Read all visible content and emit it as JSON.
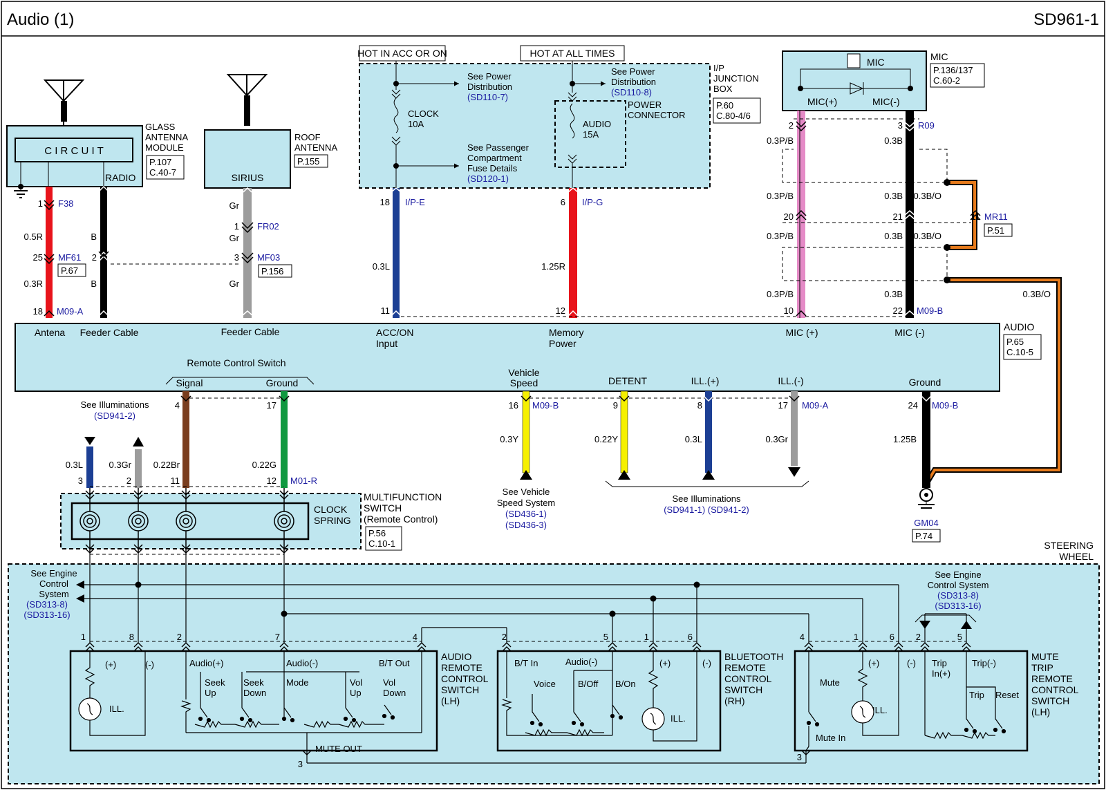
{
  "header": {
    "title": "Audio (1)",
    "code": "SD961-1"
  },
  "sources": {
    "hot_acc": "HOT IN ACC OR ON",
    "hot_all": "HOT AT ALL TIMES",
    "jbox_name": [
      "I/P",
      "JUNCTION",
      "BOX"
    ],
    "jbox_ref": [
      "P.60",
      "C.80-4/6"
    ],
    "see_power_1": [
      "See Power",
      "Distribution"
    ],
    "see_power_1_ref": "(SD110-7)",
    "see_power_2": [
      "See Power",
      "Distribution"
    ],
    "see_power_2_ref": "(SD110-8)",
    "see_pass": [
      "See Passenger",
      "Compartment",
      "Fuse Details"
    ],
    "see_pass_ref": "(SD120-1)",
    "clock_fuse": [
      "CLOCK",
      "10A"
    ],
    "audio_fuse": [
      "AUDIO",
      "15A"
    ],
    "power_conn": [
      "POWER",
      "CONNECTOR"
    ]
  },
  "antennas": {
    "glass_label": [
      "GLASS",
      "ANTENNA",
      "MODULE"
    ],
    "glass_ref": [
      "P.107",
      "C.40-7"
    ],
    "circuit": "C I R C U I T",
    "radio": "RADIO",
    "roof_label": [
      "ROOF",
      "ANTENNA"
    ],
    "roof_ref": "P.155",
    "sirius": "SIRIUS"
  },
  "mic": {
    "label": "MIC",
    "ref": [
      "P.136/137",
      "C.60-2"
    ],
    "inner": "MIC",
    "plus": "MIC(+)",
    "minus": "MIC(-)"
  },
  "connectors": {
    "F38": "F38",
    "MF61": "MF61",
    "MF61_ref": "P.67",
    "FR02": "FR02",
    "MF03": "MF03",
    "MF03_ref": "P.156",
    "IPE": "I/P-E",
    "IPG": "I/P-G",
    "R09": "R09",
    "MR11": "MR11",
    "MR11_ref": "P.51",
    "M09A": "M09-A",
    "M09B": "M09-B",
    "M01R": "M01-R",
    "GM04": "GM04",
    "GM04_ref": "P.74"
  },
  "wire_labels": {
    "w_05R": "0.5R",
    "w_B": "B",
    "w_03R": "0.3R",
    "w_Gr": "Gr",
    "w_03L": "0.3L",
    "w_125R": "1.25R",
    "w_03PB": "0.3P/B",
    "w_03B": "0.3B",
    "w_03BO": "0.3B/O",
    "w_03Y": "0.3Y",
    "w_022Y": "0.22Y",
    "w_03Gr": "0.3Gr",
    "w_022Br": "0.22Br",
    "w_022G": "0.22G",
    "w_125B": "1.25B"
  },
  "audio_unit": {
    "label": "AUDIO",
    "ref": [
      "P.65",
      "C.10-5"
    ],
    "top_pins": {
      "antena": "Antena",
      "feeder1": "Feeder Cable",
      "feeder2": "Feeder Cable",
      "acc": [
        "ACC/ON",
        "Input"
      ],
      "mem": [
        "Memory",
        "Power"
      ],
      "micp": "MIC (+)",
      "micm": "MIC (-)"
    },
    "bottom_pins": {
      "rcs": "Remote Control Switch",
      "signal": "Signal",
      "ground_rcs": "Ground",
      "vs": [
        "Vehicle",
        "Speed"
      ],
      "detent": "DETENT",
      "illp": "ILL.(+)",
      "illm": "ILL.(-)",
      "ground": "Ground"
    }
  },
  "refs": {
    "see_ill": "See Illuminations",
    "see_ill_ref": "(SD941-2)",
    "see_vs": [
      "See Vehicle",
      "Speed System"
    ],
    "see_vs_ref": [
      "(SD436-1)",
      "(SD436-3)"
    ],
    "see_ill2": "See Illuminations",
    "see_ill2_ref": "(SD941-1) (SD941-2)"
  },
  "clock_spring": {
    "label": [
      "CLOCK",
      "SPRING"
    ],
    "mfs": [
      "MULTIFUNCTION",
      "SWITCH",
      "(Remote Control)"
    ],
    "ref": [
      "P.56",
      "C.10-1"
    ]
  },
  "steering": {
    "label": [
      "STEERING",
      "WHEEL"
    ],
    "see_ecs_l": [
      "See Engine",
      "Control",
      "System"
    ],
    "see_ecs_l_ref": [
      "(SD313-8)",
      "(SD313-16)"
    ],
    "see_ecs_r": [
      "See Engine",
      "Control System"
    ],
    "see_ecs_r_ref": [
      "(SD313-8)",
      "(SD313-16)"
    ]
  },
  "switches": {
    "lh_label": [
      "AUDIO",
      "REMOTE",
      "CONTROL",
      "SWITCH",
      "(LH)"
    ],
    "rh_label": [
      "BLUETOOTH",
      "REMOTE",
      "CONTROL",
      "SWITCH",
      "(RH)"
    ],
    "mute_label": [
      "MUTE",
      "TRIP",
      "REMOTE",
      "CONTROL",
      "SWITCH",
      "(LH)"
    ],
    "lh": {
      "plus": "(+)",
      "minus": "(-)",
      "ill": "ILL.",
      "audio_p": "Audio(+)",
      "audio_m": "Audio(-)",
      "bt_out": "B/T Out",
      "seek_up": [
        "Seek",
        "Up"
      ],
      "seek_down": [
        "Seek",
        "Down"
      ],
      "mode": "Mode",
      "vol_up": [
        "Vol",
        "Up"
      ],
      "vol_down": [
        "Vol",
        "Down"
      ],
      "mute_out": "MUTE OUT"
    },
    "rh": {
      "bt_in": "B/T In",
      "audio_m": "Audio(-)",
      "plus": "(+)",
      "minus": "(-)",
      "voice": "Voice",
      "boff": "B/Off",
      "bon": "B/On",
      "ill": "ILL."
    },
    "mt": {
      "mute": "Mute",
      "plus": "(+)",
      "minus": "(-)",
      "trip_in": [
        "Trip",
        "In(+)"
      ],
      "trip_m": "Trip(-)",
      "trip": "Trip",
      "reset": "Reset",
      "ill": "ILL.",
      "mute_in": "Mute In"
    }
  },
  "pins": {
    "p1": "1",
    "p2": "2",
    "p3": "3",
    "p4": "4",
    "p5": "5",
    "p6": "6",
    "p7": "7",
    "p8": "8",
    "p9": "9",
    "p10": "10",
    "p11": "11",
    "p12": "12",
    "p16": "16",
    "p17": "17",
    "p18": "18",
    "p20": "20",
    "p21": "21",
    "p22": "22",
    "p24": "24",
    "p25": "25"
  },
  "colors": {
    "fill": "#bfe6ef",
    "red": "#e8141b",
    "black": "#000000",
    "gray": "#9c9c9c",
    "blue": "#1c3f94",
    "pink": "#e58bc7",
    "orange": "#e77b1c",
    "yellow": "#f6f000",
    "brown": "#7a3d1e",
    "green": "#109940",
    "ref_blue": "#1a1aa0"
  }
}
